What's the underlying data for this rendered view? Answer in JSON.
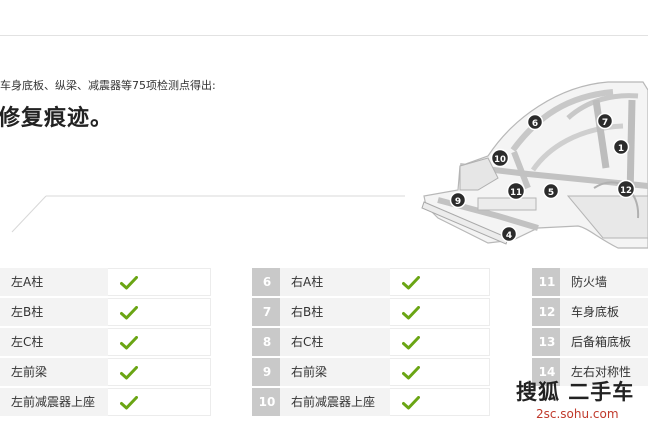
{
  "intro_text": "车身底板、纵梁、减震器等75项检测点得出:",
  "headline": "修复痕迹。",
  "diagram_markers": [
    "1",
    "4",
    "5",
    "6",
    "7",
    "9",
    "10",
    "11",
    "12"
  ],
  "columns": [
    {
      "rows": [
        {
          "num": "",
          "name": "左A柱",
          "checked": true
        },
        {
          "num": "",
          "name": "左B柱",
          "checked": true
        },
        {
          "num": "",
          "name": "左C柱",
          "checked": true
        },
        {
          "num": "",
          "name": "左前梁",
          "checked": true
        },
        {
          "num": "",
          "name": "左前减震器上座",
          "checked": true
        }
      ]
    },
    {
      "rows": [
        {
          "num": "6",
          "name": "右A柱",
          "checked": true
        },
        {
          "num": "7",
          "name": "右B柱",
          "checked": true
        },
        {
          "num": "8",
          "name": "右C柱",
          "checked": true
        },
        {
          "num": "9",
          "name": "右前梁",
          "checked": true
        },
        {
          "num": "10",
          "name": "右前减震器上座",
          "checked": true
        }
      ]
    },
    {
      "rows": [
        {
          "num": "11",
          "name": "防火墙",
          "checked": false
        },
        {
          "num": "12",
          "name": "车身底板",
          "checked": false
        },
        {
          "num": "13",
          "name": "后备箱底板",
          "checked": false
        },
        {
          "num": "14",
          "name": "左右对称性",
          "checked": false
        }
      ]
    }
  ],
  "watermark": {
    "title": "搜狐 二手车",
    "url": "2sc.sohu.com"
  },
  "colors": {
    "check": "#6aa514",
    "num_bg": "#c9c9c9",
    "marker": "#2b2b2b"
  }
}
